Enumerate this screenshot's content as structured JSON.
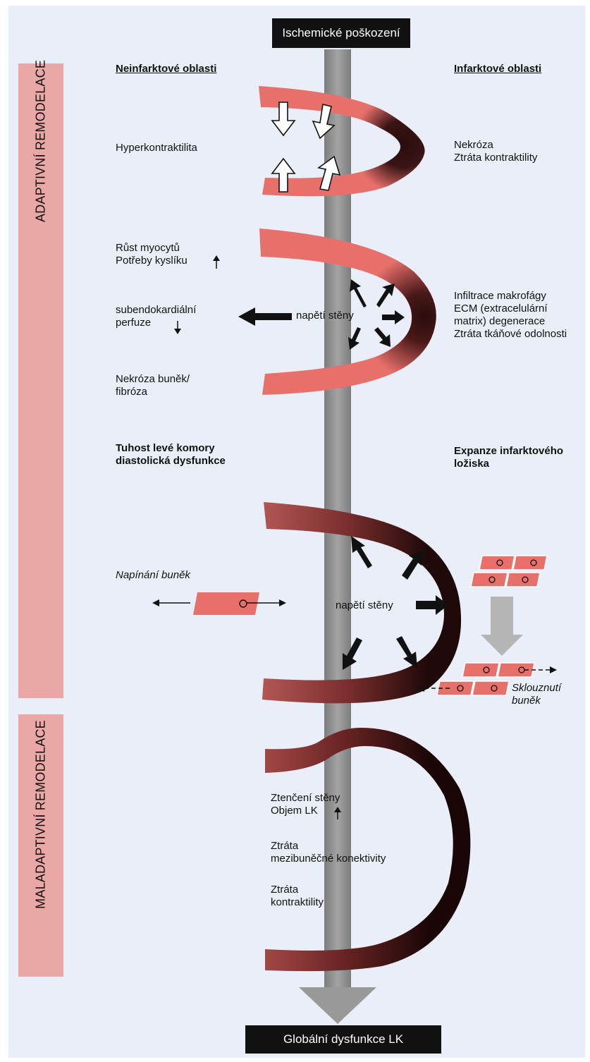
{
  "top_box": "Ischemické poškození",
  "bottom_box": "Globální dysfunkce LK",
  "left_band_top": "ADAPTIVNÍ REMODELACE",
  "left_band_bottom": "MALADAPTIVNÍ REMODELACE",
  "header_left": "Neinfarktové oblasti",
  "header_right": "Infarktové oblasti",
  "stage1": {
    "left": "Hyperkontraktilita",
    "right": [
      "Nekróza",
      "Ztráta kontraktility"
    ]
  },
  "stage2": {
    "left_a": [
      "Růst myocytů",
      "Potřeby kyslíku"
    ],
    "left_b": [
      "subendokardiální",
      "perfuze"
    ],
    "left_c": [
      "Nekróza buněk/",
      "fibróza"
    ],
    "center": "napětí stěny",
    "right": [
      "Infiltrace makrofágy",
      "ECM (extracelulární",
      "matrix) degenerace",
      "Ztráta tkáňové odolnosti"
    ]
  },
  "stage3_headers": {
    "left": [
      "Tuhost levé komory",
      "diastolická dysfunkce"
    ],
    "right": [
      "Expanze infarktového",
      "ložiska"
    ]
  },
  "stage3": {
    "left": "Napínání buněk",
    "center": "napětí stěny",
    "right": [
      "Sklouznutí",
      "buněk"
    ]
  },
  "stage4": {
    "line_a": [
      "Ztenčení stěny",
      "Objem LK"
    ],
    "line_b": [
      "Ztráta",
      "mezibuněčné konektivity"
    ],
    "line_c": [
      "Ztráta",
      "kontraktility"
    ]
  },
  "colors": {
    "background": "#eaeef8",
    "wall": "#e8706b",
    "infarct": "#2a0d0d",
    "spine": "#8f8f8f",
    "band": "#e9a8a6",
    "box": "#111111"
  }
}
